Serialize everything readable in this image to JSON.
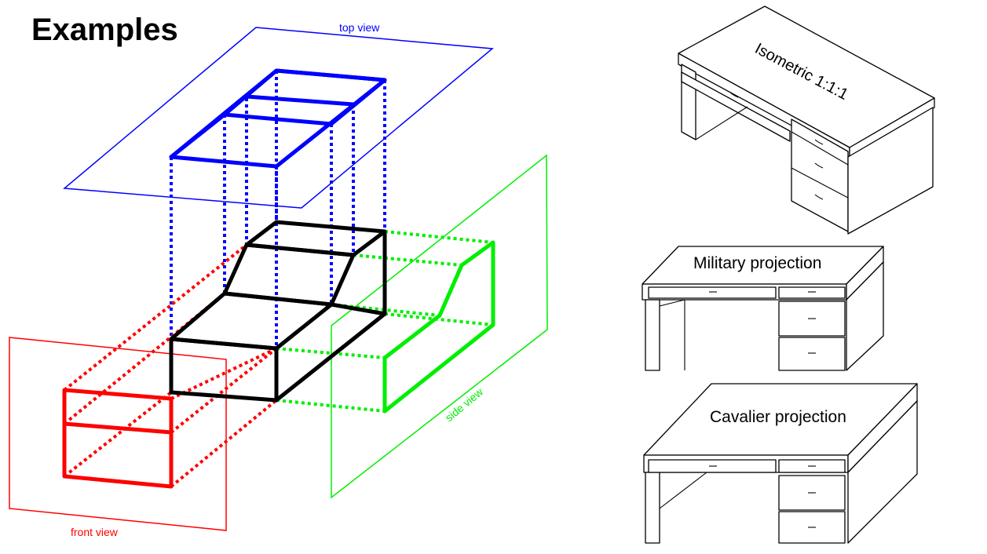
{
  "title": "Examples",
  "labels": {
    "top_view": "top view",
    "side_view": "side view",
    "front_view": "front view",
    "isometric": "Isometric 1:1:1",
    "military": "Military projection",
    "cavalier": "Cavalier projection"
  },
  "colors": {
    "top_view": "#0000ff",
    "side_view": "#00ee00",
    "front_view": "#ff0000",
    "object": "#000000"
  }
}
